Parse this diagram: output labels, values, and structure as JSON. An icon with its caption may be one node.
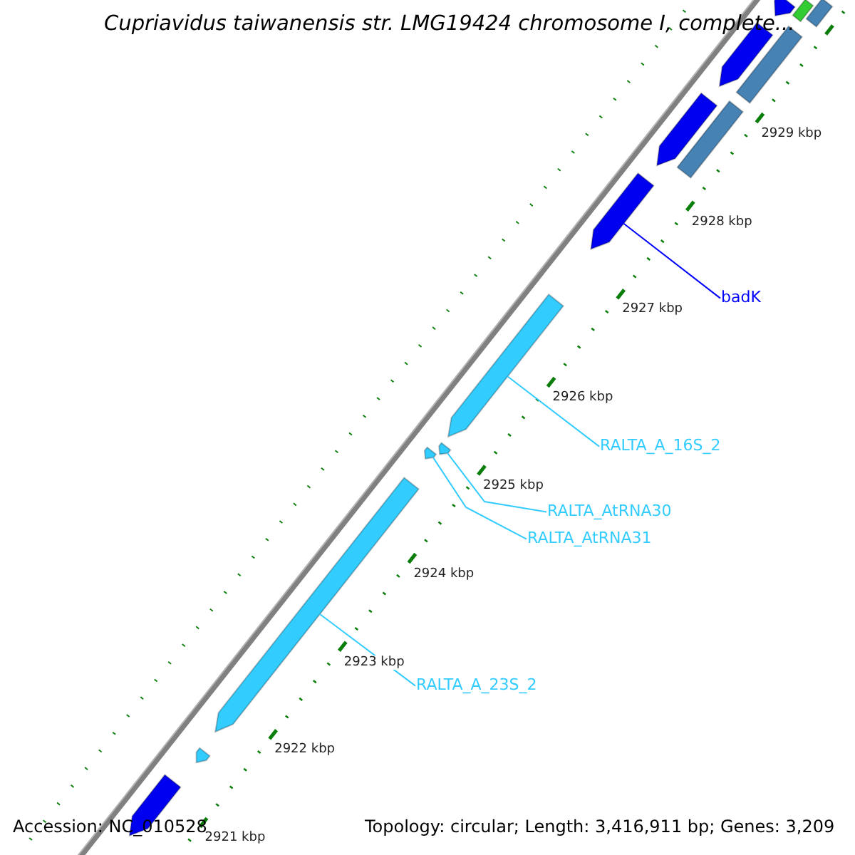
{
  "diagram": {
    "title": "Cupriavidus taiwanensis str. LMG19424 chromosome I, complete...",
    "nodes": [
      {
        "text": [
          "badK"
        ]
      },
      {
        "text": [],
        "shape": "arrow"
      },
      {
        "text": [
          "RALTA_A_16S_2"
        ]
      },
      {
        "text": [],
        "shape": "arrow"
      },
      {
        "text": [
          "RALTA_AtRNA30"
        ]
      },
      {
        "text": [],
        "shape": "arrow"
      },
      {
        "text": [
          "RALTA_AtRNA31"
        ]
      },
      {
        "text": [],
        "shape": "arrow"
      },
      {
        "text": [
          "RALTA_A_23S_2"
        ]
      },
      {
        "text": [],
        "shape": "arrow"
      },
      {
        "text": [],
        "shape": "arrow"
      },
      {
        "text": [],
        "shape": "arrow"
      },
      {
        "text": [],
        "shape": "arrow"
      },
      {
        "text": [],
        "shape": "arrow"
      },
      {
        "text": [],
        "shape": "arrow"
      },
      {
        "text": [],
        "shape": "bar"
      },
      {
        "text": [],
        "shape": "bar"
      },
      {
        "text": [],
        "shape": "bar"
      },
      {
        "text": [],
        "shape": "bar"
      }
    ],
    "edges": [
      {
        "from": 0,
        "to": 1,
        "arrow": "none",
        "color": "#0000ff"
      },
      {
        "from": 2,
        "to": 3,
        "arrow": "none"
      },
      {
        "from": 4,
        "to": 5,
        "arrow": "none"
      },
      {
        "from": 6,
        "to": 7,
        "arrow": "none"
      },
      {
        "from": 8,
        "to": 9,
        "arrow": "none"
      }
    ],
    "labels": [
      "2929 kbp",
      "2928 kbp",
      "2927 kbp",
      "2926 kbp",
      "2925 kbp",
      "2924 kbp",
      "2923 kbp",
      "2922 kbp",
      "2921 kbp",
      "Accession: NC_010528",
      "Topology: circular; Length: 3,416,911 bp; Genes: 3,209"
    ]
  }
}
